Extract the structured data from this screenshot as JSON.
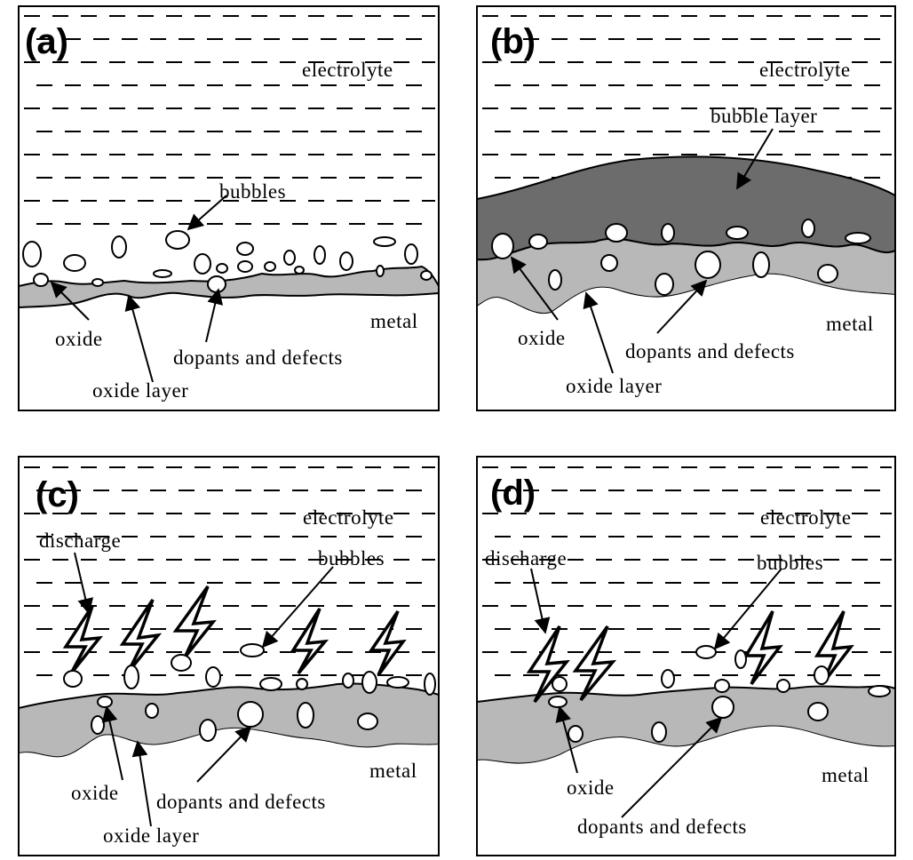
{
  "panels": {
    "a": {
      "letter": "(a)",
      "electrolyte": "electrolyte",
      "bubbles": "bubbles",
      "metal": "metal",
      "oxide": "oxide",
      "dopants": "dopants and defects",
      "oxide_layer": "oxide layer"
    },
    "b": {
      "letter": "(b)",
      "electrolyte": "electrolyte",
      "bubble_layer": "bubble layer",
      "metal": "metal",
      "oxide": "oxide",
      "dopants": "dopants and defects",
      "oxide_layer": "oxide layer"
    },
    "c": {
      "letter": "(c)",
      "electrolyte": "electrolyte",
      "discharge": "discharge",
      "bubbles": "bubbles",
      "metal": "metal",
      "oxide": "oxide",
      "dopants": "dopants and defects",
      "oxide_layer": "oxide layer"
    },
    "d": {
      "letter": "(d)",
      "electrolyte": "electrolyte",
      "discharge": "discharge",
      "bubbles": "bubbles",
      "metal": "metal",
      "oxide": "oxide",
      "dopants": "dopants and defects"
    }
  },
  "colors": {
    "oxide_layer": "#b8b8b8",
    "bubble_layer": "#6c6c6c",
    "background": "#ffffff",
    "ink": "#000000"
  }
}
